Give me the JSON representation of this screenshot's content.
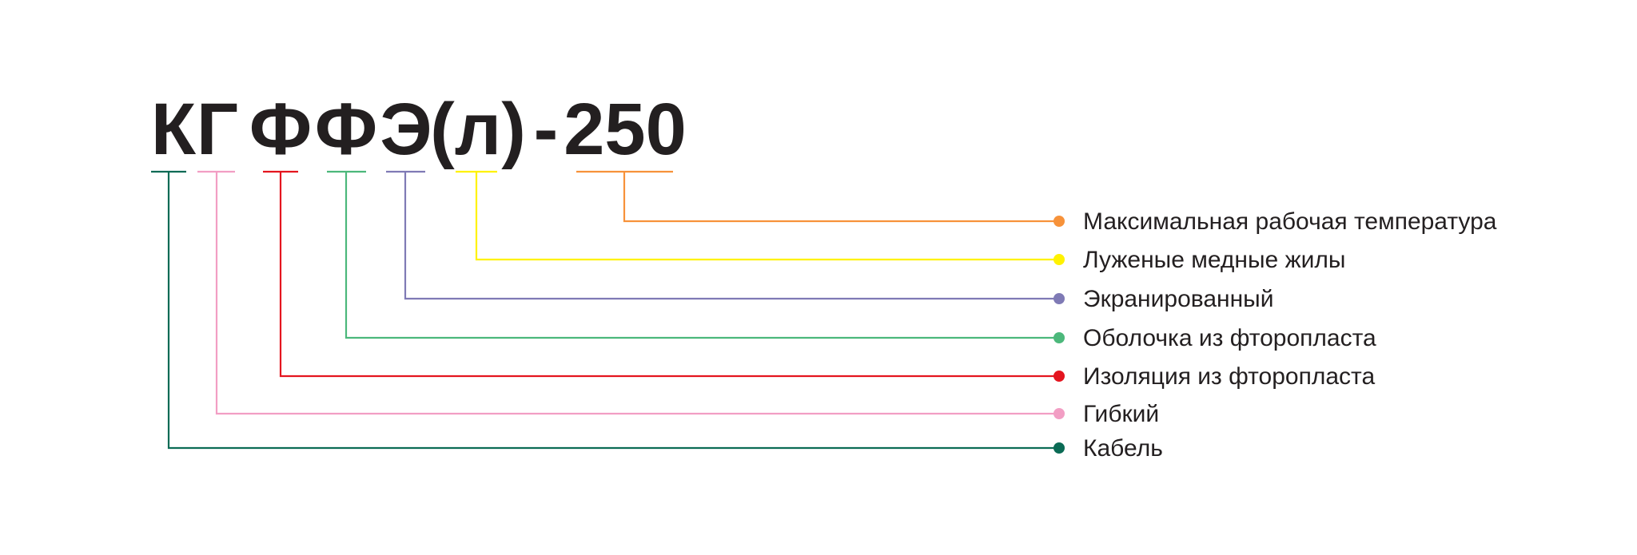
{
  "segments": [
    {
      "key": "k",
      "code": "К",
      "label": "Кабель",
      "color": "#0b6b55"
    },
    {
      "key": "g",
      "code": "Г",
      "label": "Гибкий",
      "color": "#f29ec4"
    },
    {
      "key": "f1",
      "code": "Ф",
      "label": "Изоляция из фторопласта",
      "color": "#e4151f"
    },
    {
      "key": "f2",
      "code": "Ф",
      "label": "Оболочка из фторопласта",
      "color": "#4cb87b"
    },
    {
      "key": "e",
      "code": "Э",
      "label": "Экранированный",
      "color": "#7f7ab5"
    },
    {
      "key": "l",
      "code": "(л)",
      "label": "Луженые медные жилы",
      "color": "#fff200"
    },
    {
      "key": "t",
      "code": "250",
      "label": "Максимальная рабочая температура",
      "color": "#f7923a"
    }
  ],
  "separator": "-"
}
